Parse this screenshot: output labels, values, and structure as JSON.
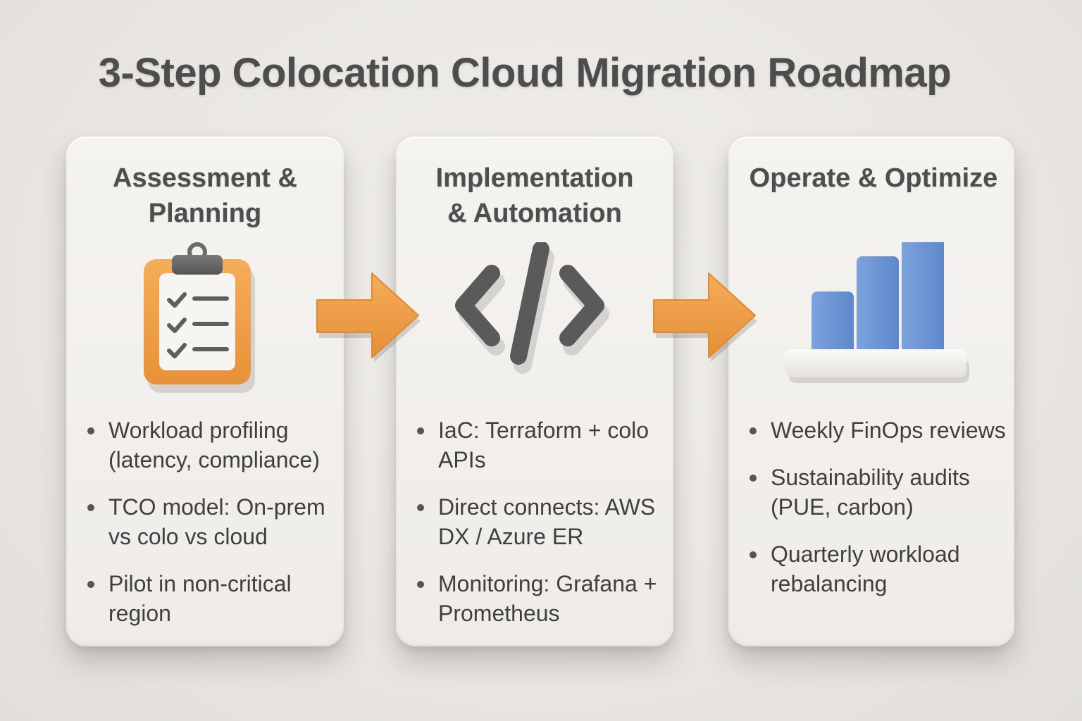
{
  "title": "3-Step Colocation Cloud Migration Roadmap",
  "steps": [
    {
      "title": "Assessment &\nPlanning",
      "icon": "clipboard-checklist-icon",
      "bullets": [
        "Workload profiling (latency, compliance)",
        "TCO model: On-prem vs colo vs cloud",
        "Pilot in non-critical region"
      ]
    },
    {
      "title": "Implementation\n& Automation",
      "icon": "code-brackets-icon",
      "bullets": [
        "IaC: Terraform + colo APIs",
        "Direct connects: AWS DX / Azure ER",
        "Monitoring: Grafana + Prometheus"
      ]
    },
    {
      "title": "Operate & Optimize",
      "icon": "bar-chart-icon",
      "bullets": [
        "Weekly FinOps reviews",
        "Sustainability audits (PUE, carbon)",
        "Quarterly workload rebalancing"
      ]
    }
  ],
  "colors": {
    "accent_orange": "#f0a04b",
    "icon_gray": "#5b5b5b",
    "bar_blue": "#6b95d6"
  },
  "connectors": [
    "arrow-right-icon",
    "arrow-right-icon"
  ]
}
